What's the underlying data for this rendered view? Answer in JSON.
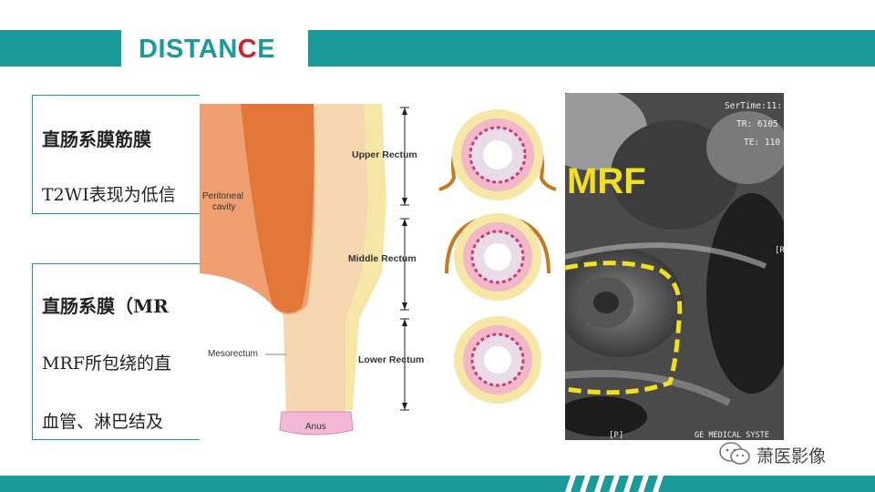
{
  "slide": {
    "title_main": "DISTAN",
    "title_accent": "C",
    "title_end": "E"
  },
  "box1": {
    "heading": "直肠系膜筋膜",
    "line1": "T2WI表现为低信"
  },
  "box2": {
    "heading": "直肠系膜（MR",
    "line1": "MRF所包绕的直",
    "line2": "血管、淋巴结及"
  },
  "diagram": {
    "peritoneal": [
      "Peritoneal",
      "cavity"
    ],
    "upper": "Upper Rectum",
    "middle": "Middle Rectum",
    "lower": "Lower Rectum",
    "mesorectum": "Mesorectum",
    "anus": "Anus"
  },
  "mri": {
    "label": "MRF",
    "sertime": "SerTime:11:",
    "tr": "TR: 6105",
    "te": "TE: 110",
    "r": "[R",
    "p": "[P]",
    "ge": "GE MEDICAL SYSTE"
  },
  "watermark": {
    "text": "萧医影像",
    "icon": "wechat-icon"
  },
  "colors": {
    "teal": "#1b9a9a",
    "accent_red": "#d0202a",
    "mrf_yellow": "#f0e020"
  }
}
